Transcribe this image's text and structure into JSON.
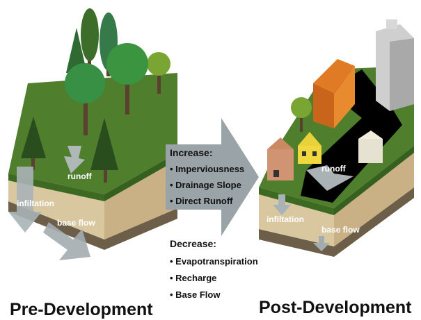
{
  "pre": {
    "title": "Pre-Development",
    "runoff_label": "runoff",
    "infiltration_label": "infiltation",
    "baseflow_label": "base flow"
  },
  "post": {
    "title": "Post-Development",
    "runoff_label": "runoff",
    "infiltration_label": "infiltation",
    "baseflow_label": "base flow"
  },
  "middle": {
    "increase_heading": "Increase:",
    "increase_items": [
      "• Imperviousness",
      "• Drainage Slope",
      "• Direct Runoff"
    ],
    "decrease_heading": "Decrease:",
    "decrease_items": [
      "• Evapotranspiration",
      "• Recharge",
      "• Base Flow"
    ]
  },
  "colors": {
    "grass": "#4f7f2c",
    "soil": "#d7c29b",
    "rock": "#8a7a63",
    "arrow": "#9aa3a7",
    "pavement": "#000000",
    "tree_dark": "#2f5a22",
    "tree_light": "#3e8a3a"
  }
}
